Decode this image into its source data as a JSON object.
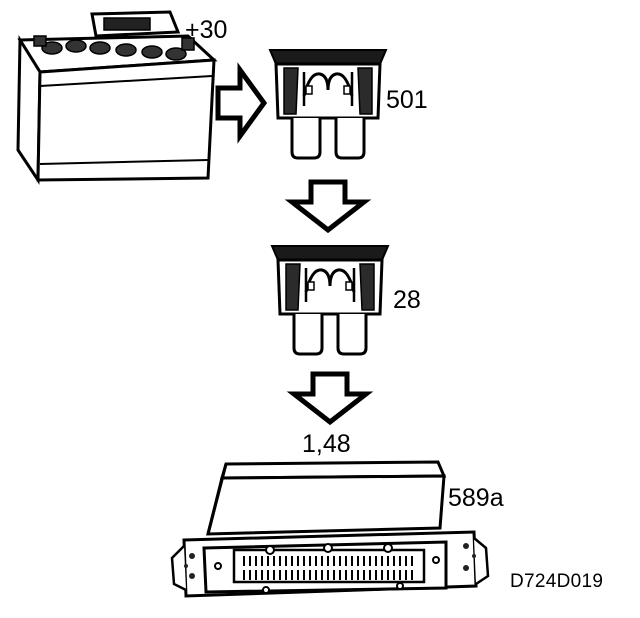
{
  "labels": {
    "battery_terminal": "+30",
    "fuse_main": "501",
    "fuse_secondary": "28",
    "control_unit_pins": "1,48",
    "control_unit": "589a",
    "figure_code": "D724D019"
  },
  "icons": {
    "battery": "battery-icon",
    "fuse": "blade-fuse-icon",
    "arrow": "block-arrow-icon",
    "ecu": "control-unit-icon"
  },
  "colors": {
    "stroke": "#000000",
    "fill": "#ffffff",
    "fuse_body": "#1a1a1a",
    "terminal_fill": "#333333"
  }
}
